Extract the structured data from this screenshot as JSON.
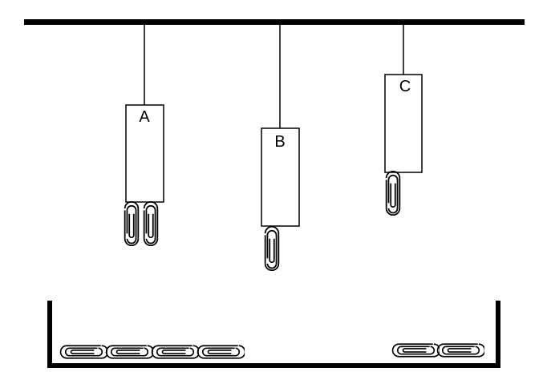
{
  "diagram": {
    "magnets": [
      {
        "label": "A",
        "attached_clips": 2
      },
      {
        "label": "B",
        "attached_clips": 1
      },
      {
        "label": "C",
        "attached_clips": 1
      }
    ],
    "tray": {
      "left_group_clips": 4,
      "right_group_clips": 2
    },
    "colors": {
      "ink": "#000000",
      "background": "#ffffff"
    }
  }
}
